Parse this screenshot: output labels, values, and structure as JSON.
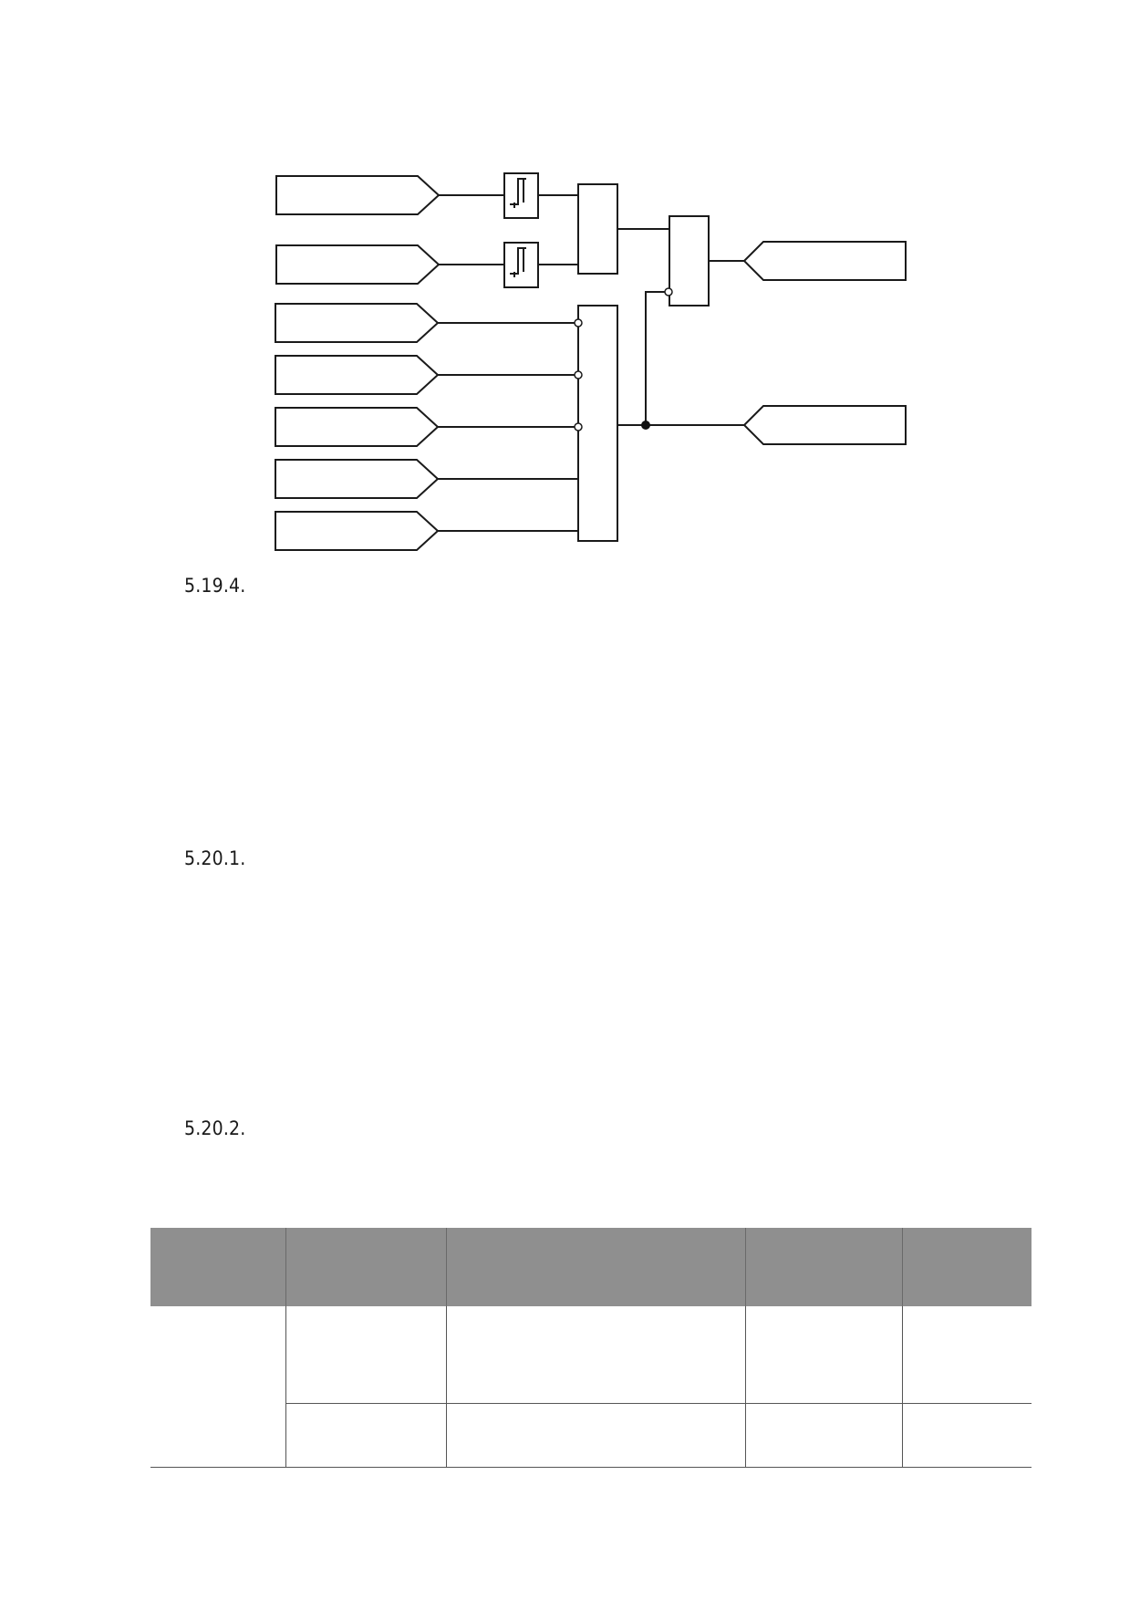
{
  "sections": [
    {
      "number": "5.19.4."
    },
    {
      "number": "5.20.1."
    },
    {
      "number": "5.20.2."
    }
  ],
  "diagram": {
    "input_labels": [
      "",
      "",
      "",
      "",
      "",
      "",
      ""
    ],
    "output_labels": [
      "",
      ""
    ]
  },
  "table": {
    "headers": [
      "",
      "",
      "",
      "",
      ""
    ],
    "rows": [
      [
        "",
        "",
        "",
        "",
        ""
      ],
      [
        "",
        "",
        "",
        ""
      ]
    ]
  }
}
